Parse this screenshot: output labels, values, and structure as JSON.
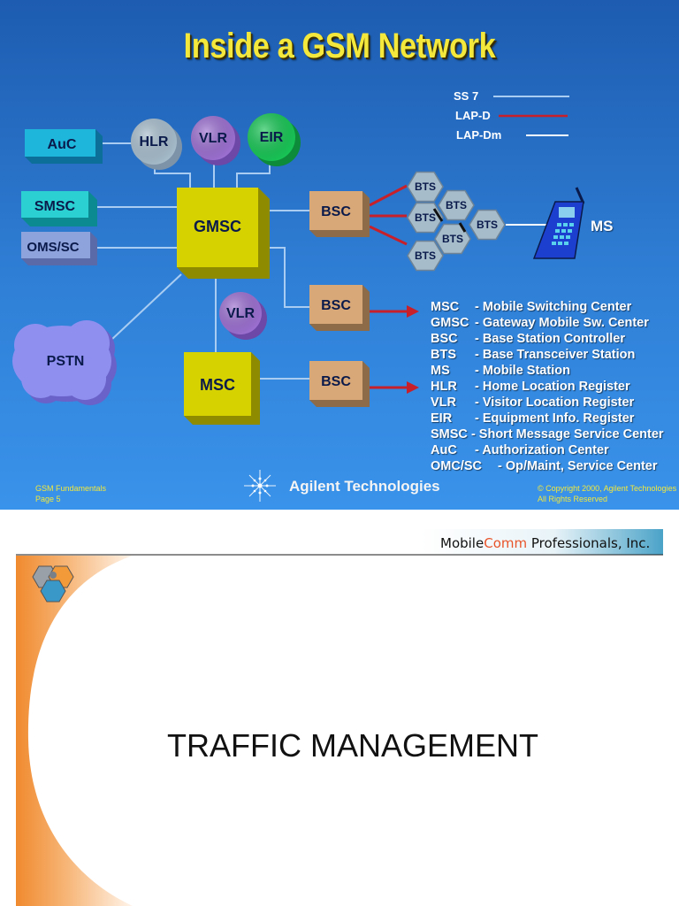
{
  "slide1": {
    "title": "Inside a GSM Network",
    "legend": [
      {
        "label": "SS 7",
        "color": "#a9cdf2"
      },
      {
        "label": "LAP-D",
        "color": "#c8202a"
      },
      {
        "label": "LAP-Dm",
        "color": "#ffffff"
      }
    ],
    "nodes": {
      "auc": "AuC",
      "smsc": "SMSC",
      "omssc": "OMS/SC",
      "hlr": "HLR",
      "vlr_top": "VLR",
      "eir": "EIR",
      "gmsc": "GMSC",
      "vlr_mid": "VLR",
      "msc": "MSC",
      "pstn": "PSTN",
      "bsc1": "BSC",
      "bsc2": "BSC",
      "bsc3": "BSC",
      "bts": [
        "BTS",
        "BTS",
        "BTS",
        "BTS",
        "BTS",
        "BTS"
      ],
      "ms": "MS"
    },
    "abbreviations": [
      {
        "key": "MSC",
        "desc": "- Mobile Switching Center"
      },
      {
        "key": "GMSC",
        "desc": "- Gateway Mobile Sw. Center"
      },
      {
        "key": "BSC",
        "desc": "- Base Station Controller"
      },
      {
        "key": "BTS",
        "desc": "- Base Transceiver Station"
      },
      {
        "key": "MS",
        "desc": "- Mobile Station"
      },
      {
        "key": "HLR",
        "desc": "- Home Location Register"
      },
      {
        "key": "VLR",
        "desc": "- Visitor Location Register"
      },
      {
        "key": "EIR",
        "desc": "- Equipment Info. Register"
      },
      {
        "key": "SMSC",
        "desc": "- Short Message Service Center"
      },
      {
        "key": "AuC",
        "desc": "- Authorization Center"
      },
      {
        "key": "OMC/SC",
        "desc": "- Op/Maint, Service Center"
      }
    ],
    "footer": {
      "left_line1": "GSM Fundamentals",
      "left_line2": "Page 5",
      "brand": "Agilent Technologies",
      "right_line1": "© Copyright 2000, Agilent Technologies",
      "right_line2": "All Rights Reserved"
    },
    "colors": {
      "background_top": "#1d5cb0",
      "background_bottom": "#3a93ea",
      "title": "#f3e83b",
      "gmsc_msc": "#d6d200",
      "bsc": "#d9a878",
      "bts": "#a6bccb",
      "purple": "#9b6fd0",
      "green": "#18c455",
      "cyan": "#1fb6dc",
      "lavender": "#8f8ff0"
    }
  },
  "slide2": {
    "company_prefix": "Mobile",
    "company_accent": "Comm",
    "company_suffix": " Professionals, Inc.",
    "title": "TRAFFIC MANAGEMENT",
    "colors": {
      "accent": "#f08a2e",
      "header_bar": "#4aa3c8"
    }
  }
}
